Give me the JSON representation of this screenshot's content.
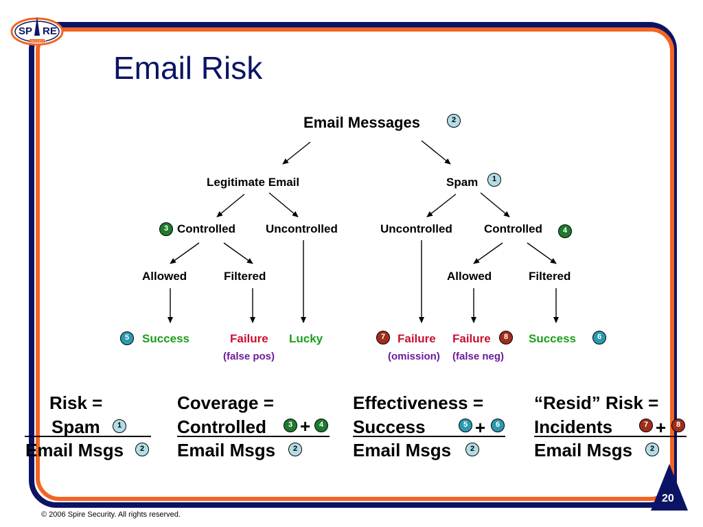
{
  "brand": {
    "logo_text_left": "SP",
    "logo_text_right": "RE",
    "logo_subtext": "SECURITY"
  },
  "title": "Email Risk",
  "tree": {
    "root": "Email Messages",
    "legit": "Legitimate Email",
    "spam": "Spam",
    "controlled_left": "Controlled",
    "uncontrolled_left": "Uncontrolled",
    "uncontrolled_right": "Uncontrolled",
    "controlled_right": "Controlled",
    "allowed_left": "Allowed",
    "filtered_left": "Filtered",
    "allowed_right": "Allowed",
    "filtered_right": "Filtered",
    "success_left": "Success",
    "failure_left": "Failure",
    "failure_left_note": "(false pos)",
    "lucky": "Lucky",
    "failure_omission": "Failure",
    "failure_omission_note": "(omission)",
    "failure_right": "Failure",
    "failure_right_note": "(false neg)",
    "success_right": "Success"
  },
  "badges": {
    "root": "2",
    "spam": "1",
    "controlled_left": "3",
    "controlled_right": "4",
    "success_left": "5",
    "success_right": "6",
    "failure_omission": "7",
    "failure_right": "8"
  },
  "formulas": {
    "risk": {
      "label": "Risk =",
      "numerator": "Spam",
      "denominator": "Email Msgs",
      "n1": "1",
      "d1": "2"
    },
    "coverage": {
      "label": "Coverage =",
      "numerator": "Controlled",
      "plus": "+",
      "denominator": "Email Msgs",
      "n1": "3",
      "n2": "4",
      "d1": "2"
    },
    "effectiveness": {
      "label": "Effectiveness =",
      "numerator": "Success",
      "plus": "+",
      "denominator": "Email Msgs",
      "n1": "5",
      "n2": "6",
      "d1": "2"
    },
    "resid": {
      "label": "“Resid” Risk =",
      "numerator": "Incidents",
      "plus": "+",
      "denominator": "Email Msgs",
      "n1": "7",
      "n2": "8",
      "d1": "2"
    }
  },
  "footer": {
    "copyright": "© 2006 Spire Security. All rights reserved.",
    "page": "20"
  },
  "colors": {
    "navy": "#0b1464",
    "orange": "#f26522",
    "success": "#1a9e1a",
    "failure": "#c8102e",
    "note": "#6a1b9a"
  }
}
